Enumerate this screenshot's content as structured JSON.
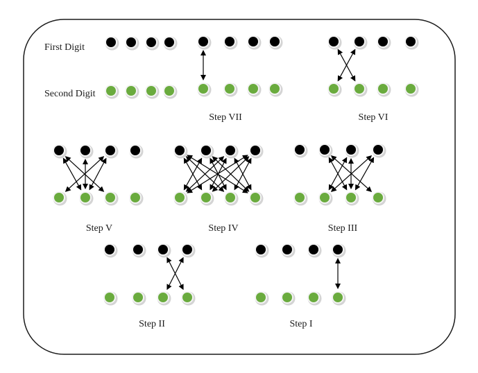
{
  "labels": {
    "first_digit": "First Digit",
    "second_digit": "Second Digit"
  },
  "colors": {
    "first_dot": "#000000",
    "second_dot": "#6aab3e",
    "dot_ring": "#d4d4d4",
    "border": "#1a1a1a",
    "arrow": "#000000"
  },
  "steps": [
    {
      "id": "step-vii",
      "label": "Step VII",
      "arrows": [
        [
          1,
          1
        ]
      ]
    },
    {
      "id": "step-vi",
      "label": "Step VI",
      "arrows": [
        [
          1,
          2
        ],
        [
          2,
          1
        ]
      ]
    },
    {
      "id": "step-v",
      "label": "Step V",
      "arrows": [
        [
          1,
          2
        ],
        [
          1,
          3
        ],
        [
          2,
          2
        ],
        [
          3,
          1
        ],
        [
          3,
          2
        ]
      ]
    },
    {
      "id": "step-iv",
      "label": "Step IV",
      "arrows": [
        [
          1,
          2
        ],
        [
          1,
          3
        ],
        [
          1,
          4
        ],
        [
          2,
          1
        ],
        [
          2,
          3
        ],
        [
          2,
          4
        ],
        [
          3,
          1
        ],
        [
          3,
          2
        ],
        [
          3,
          4
        ],
        [
          4,
          1
        ],
        [
          4,
          2
        ],
        [
          4,
          3
        ]
      ]
    },
    {
      "id": "step-iii",
      "label": "Step III",
      "arrows": [
        [
          2,
          3
        ],
        [
          2,
          4
        ],
        [
          3,
          2
        ],
        [
          3,
          3
        ],
        [
          4,
          2
        ],
        [
          4,
          3
        ]
      ]
    },
    {
      "id": "step-ii",
      "label": "Step II",
      "arrows": [
        [
          3,
          4
        ],
        [
          4,
          3
        ]
      ]
    },
    {
      "id": "step-i",
      "label": "Step I",
      "arrows": [
        [
          4,
          4
        ]
      ]
    }
  ]
}
